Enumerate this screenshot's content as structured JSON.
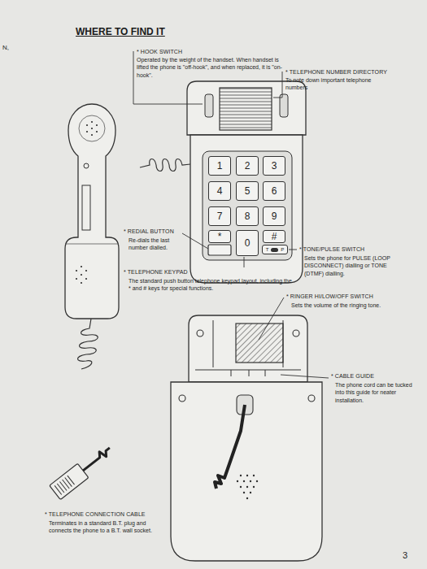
{
  "diagram": {
    "title": "WHERE TO FIND IT",
    "nodes": [
      {
        "text": [
          "1"
        ]
      },
      {
        "text": [
          "2"
        ]
      },
      {
        "text": [
          "3"
        ]
      },
      {
        "text": [
          "4"
        ]
      },
      {
        "text": [
          "5"
        ]
      },
      {
        "text": [
          "6"
        ]
      },
      {
        "text": [
          "7"
        ]
      },
      {
        "text": [
          "8"
        ]
      },
      {
        "text": [
          "9"
        ]
      },
      {
        "text": [
          "*"
        ]
      },
      {
        "text": [
          "0"
        ]
      },
      {
        "text": [
          "#"
        ]
      },
      {
        "text": [
          "T",
          "P"
        ]
      }
    ],
    "labels": [
      "N,",
      "* HOOK SWITCH",
      "Operated by the weight of the handset. When handset is lifted the phone is \"off-hook\", and when replaced, it is \"on-hook\".",
      "* TELEPHONE NUMBER DIRECTORY",
      "To note down important telephone numbers",
      "* REDIAL BUTTON",
      "Re-dials the last number dialled.",
      "* TELEPHONE KEYPAD",
      "The standard push button telephone keypad layout, including the * and # keys for special functions.",
      "* TONE/PULSE SWITCH",
      "Sets the phone for PULSE (LOOP DISCONNECT) dialling or TONE (DTMF) dialling.",
      "* RINGER HI/LOW/OFF SWITCH",
      "Sets the volume of the ringing tone.",
      "* CABLE GUIDE",
      "The phone cord can be tucked into this guide for neater installation.",
      "* TELEPHONE CONNECTION CABLE",
      "Terminates in a standard B.T. plug and connects the phone to a B.T. wall socket.",
      "3"
    ]
  }
}
